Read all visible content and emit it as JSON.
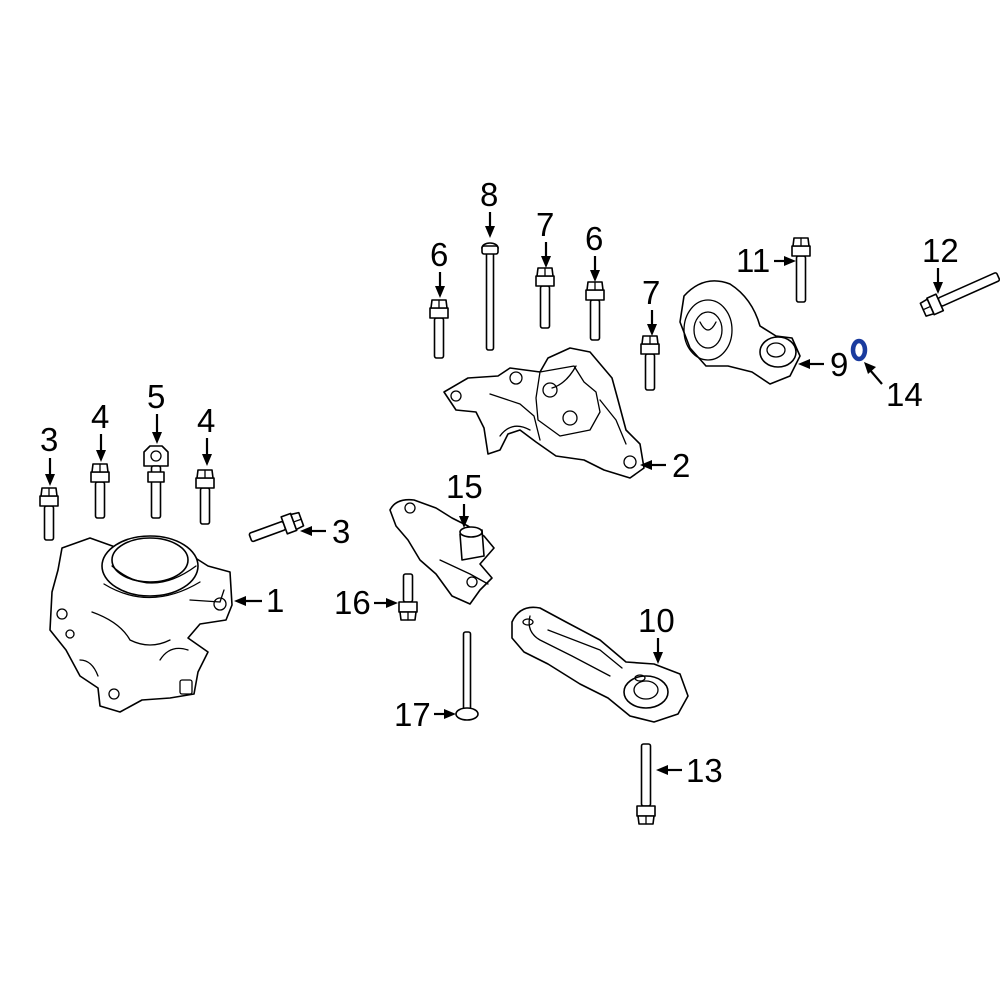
{
  "callouts": {
    "c1": "1",
    "c2": "2",
    "c3a": "3",
    "c3b": "3",
    "c4a": "4",
    "c4b": "4",
    "c5": "5",
    "c6a": "6",
    "c6b": "6",
    "c7a": "7",
    "c7b": "7",
    "c8": "8",
    "c9": "9",
    "c10": "10",
    "c11": "11",
    "c12": "12",
    "c13": "13",
    "c14": "14",
    "c15": "15",
    "c16": "16",
    "c17": "17"
  },
  "colors": {
    "line": "#000000",
    "highlight": "#1a3b9e",
    "background": "#ffffff"
  },
  "highlighted_part": "14"
}
